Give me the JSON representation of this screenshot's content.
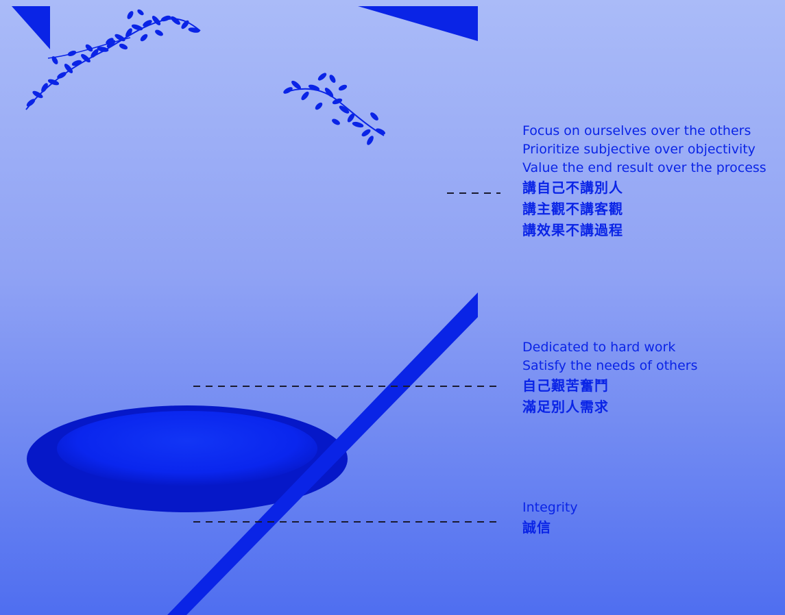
{
  "colors": {
    "background_top": "#aabbf8",
    "background_bottom": "#4f6ef0",
    "shape_blue": "#0a24e6",
    "text_blue": "#0a24e6",
    "dash_line": "#1a1a2e"
  },
  "icons": [
    "leafy-vine-decoration-icon",
    "triangle-shape",
    "ellipse-disc-shape",
    "diagonal-bar-shape"
  ],
  "levels": [
    {
      "english": [
        "Focus on ourselves over the others",
        "Prioritize subjective over objectivity",
        "Value the end result over the process"
      ],
      "chinese": [
        "講自己不講別人",
        "講主觀不講客觀",
        "講效果不講過程"
      ]
    },
    {
      "english": [
        "Dedicated to hard work",
        "Satisfy the needs of others"
      ],
      "chinese": [
        "自己艱苦奮鬥",
        "滿足別人需求"
      ]
    },
    {
      "english": [
        "Integrity"
      ],
      "chinese": [
        "誠信"
      ]
    }
  ]
}
